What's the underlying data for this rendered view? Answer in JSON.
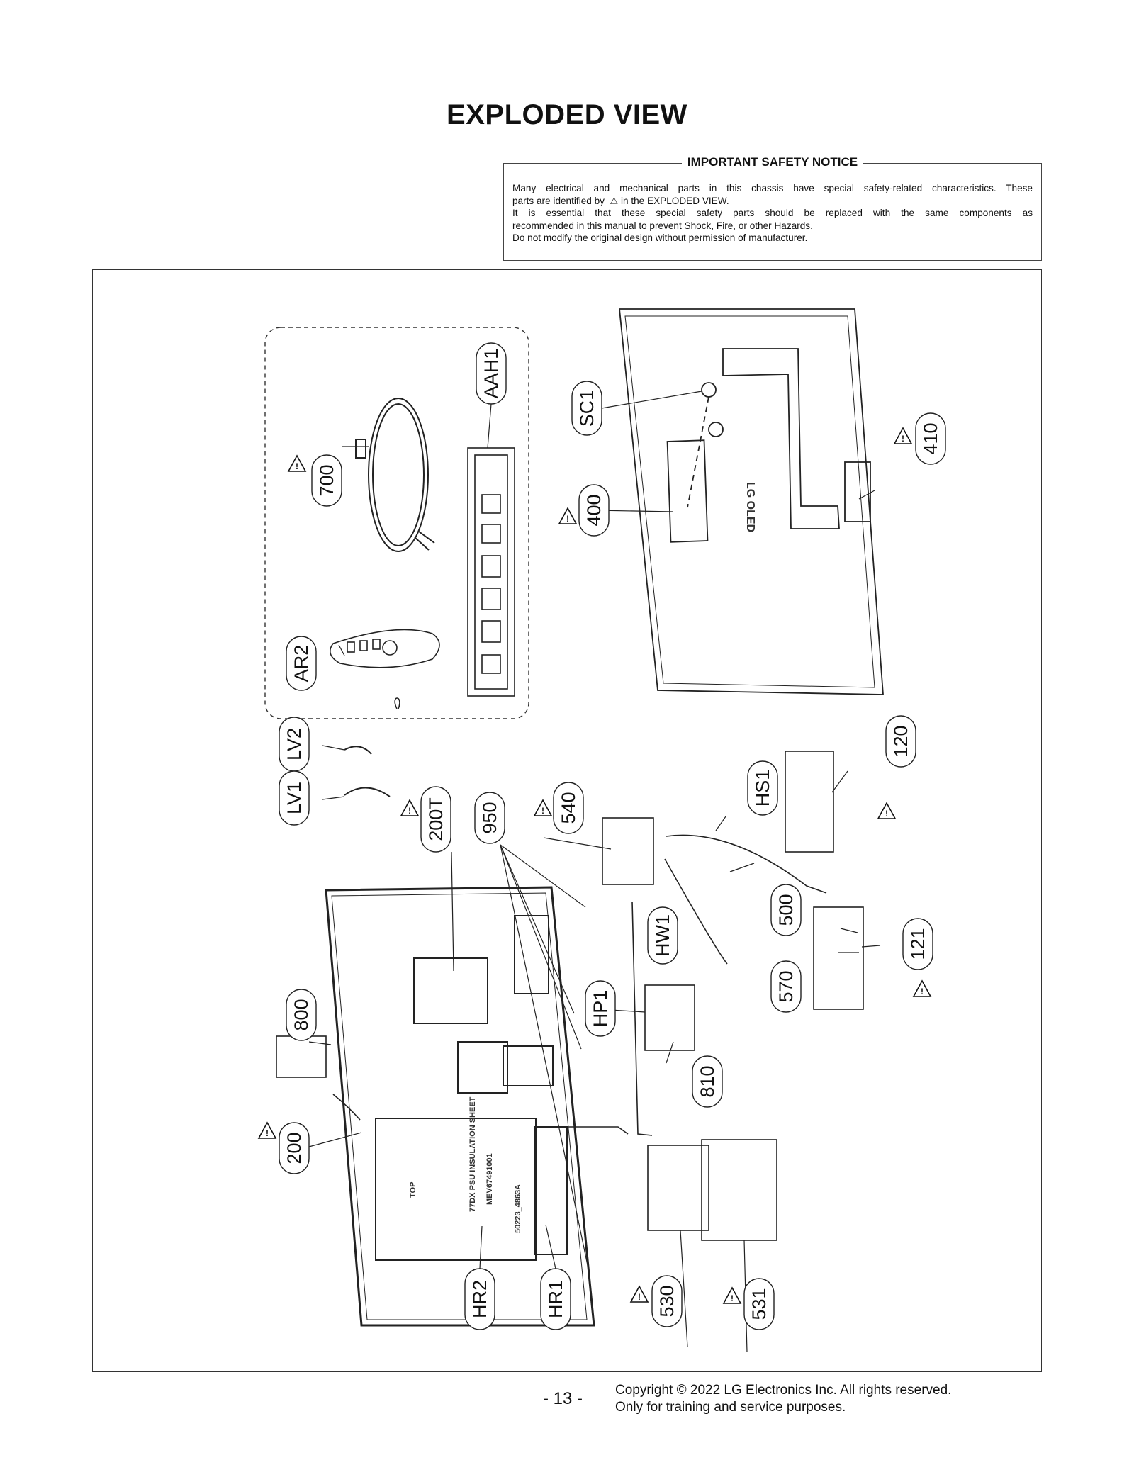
{
  "title": "EXPLODED VIEW",
  "notice": {
    "heading": "IMPORTANT SAFETY NOTICE",
    "line1": "Many electrical and mechanical parts in this chassis have special safety-related characteristics. These",
    "line2a": "parts are identified by",
    "line2b": "in the EXPLODED VIEW.",
    "line3": "It is essential that these special safety parts should be replaced with the same components as",
    "line4": "recommended in this manual to prevent Shock, Fire, or other Hazards.",
    "line5": "Do not modify the original design without permission of manufacturer."
  },
  "labels": {
    "aah1": "AAH1",
    "l700": "700",
    "ar2": "AR2",
    "sc1": "SC1",
    "l400": "400",
    "l410": "410",
    "lv2": "LV2",
    "lv1": "LV1",
    "l200t": "200T",
    "l950": "950",
    "l540": "540",
    "hs1": "HS1",
    "l120": "120",
    "l500": "500",
    "l121": "121",
    "hw1": "HW1",
    "hp1": "HP1",
    "l570": "570",
    "l800": "800",
    "l810": "810",
    "l200": "200",
    "l530": "530",
    "l531": "531",
    "hr2": "HR2",
    "hr1": "HR1"
  },
  "panel_text": {
    "brand": "LG OLED",
    "psu_sheet": "77DX PSU INSULATION SHEET",
    "part_no": "MEV67491001",
    "code": "50223_4863A",
    "top": "TOP"
  },
  "footer": {
    "page": "- 13 -",
    "copyright": "Copyright © 2022 LG Electronics Inc. All rights reserved.",
    "purpose": "Only for training and service purposes."
  }
}
